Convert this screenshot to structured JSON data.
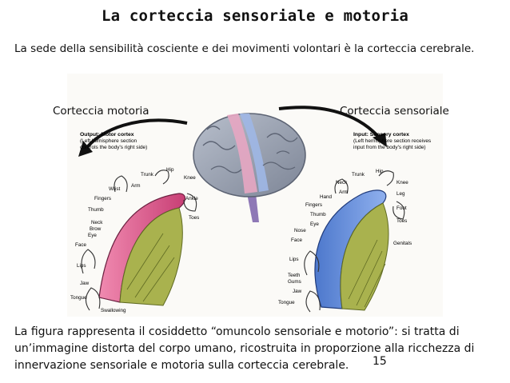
{
  "title": "La corteccia sensoriale e motoria",
  "intro": "La sede della sensibilità cosciente e dei movimenti volontari  è la corteccia cerebrale.",
  "labels": {
    "motor": "Corteccia motoria",
    "sensory": "Corteccia sensoriale"
  },
  "motor_box": {
    "line1": "Output: Motor cortex",
    "line2": "(Left hemisphere section",
    "line3": "controls the body's right side)"
  },
  "sensory_box": {
    "line1": "Input: Sensory cortex",
    "line2": "(Left hemisphere section receives",
    "line3": "input from the body's right side)"
  },
  "motor_parts": [
    "Trunk",
    "Hip",
    "Knee",
    "Wrist",
    "Arm",
    "Fingers",
    "Ankle",
    "Thumb",
    "Toes",
    "Neck",
    "Brow",
    "Eye",
    "Face",
    "Lips",
    "Jaw",
    "Tongue",
    "Swallowing"
  ],
  "sensory_parts": [
    "Trunk",
    "Hip",
    "Neck",
    "Knee",
    "Arm",
    "Leg",
    "Hand",
    "Fingers",
    "Foot",
    "Thumb",
    "Toes",
    "Eye",
    "Nose",
    "Face",
    "Genitals",
    "Lips",
    "Teeth",
    "Gums",
    "Jaw",
    "Tongue"
  ],
  "footer": "La figura rappresenta il cosiddetto “omuncolo sensoriale e motorio”: si tratta di un’immagine distorta del corpo umano, ricostruita in proporzione alla ricchezza di innervazione sensoriale e motoria sulla corteccia cerebrale.",
  "page_number": "15",
  "colors": {
    "motor": "#e05a8c",
    "sensory": "#5b86d8",
    "brain": "#9aa3b3",
    "inner": "#a6b24a"
  }
}
